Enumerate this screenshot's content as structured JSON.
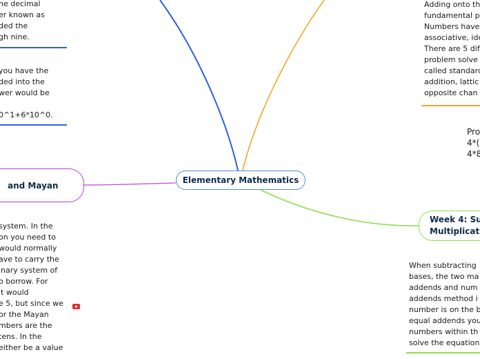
{
  "map": {
    "center_topic": "Elementary Mathematics",
    "left_topic": "and Mayan",
    "right_topic_lines": [
      "Week 4: Sub",
      "Multiplicati"
    ],
    "left_note_1": [
      "he decimal",
      "er known as",
      "ded the",
      "gh nine."
    ],
    "left_note_2": [
      "you have the",
      "ded into the",
      "wer would be",
      "",
      "0^1+6*10^0."
    ],
    "left_note_3": [
      "system.  In the",
      "on you need to",
      "would normally",
      "ave to carry  the",
      "inary system of",
      "o borrow. For",
      "it would",
      "e 5, but since we",
      "or the Mayan",
      "mbers are the",
      "tens. In the",
      "either be a value"
    ],
    "right_note_1": [
      "Adding onto th",
      "fundamental p",
      "Numbers have",
      "associative, ide",
      "There are 5 dif",
      "problem solve",
      "called standard",
      "addition, lattic",
      "opposite chan"
    ],
    "right_note_2": [
      "Pro",
      "4*(",
      "4*8"
    ],
    "right_note_3": [
      "When subtracting",
      "bases, the two ma",
      "addends and num",
      "addends method i",
      "number is on the b",
      "equal addends you",
      "numbers within th",
      "solve the equation"
    ],
    "attachment_icon": "youtube-icon"
  },
  "colors": {
    "blue": "#2a5fd9",
    "orange": "#f5a623",
    "purple": "#c447d8",
    "green": "#8ee04a",
    "center_border": "#4a8fd6",
    "youtube_red": "#e52d27"
  }
}
